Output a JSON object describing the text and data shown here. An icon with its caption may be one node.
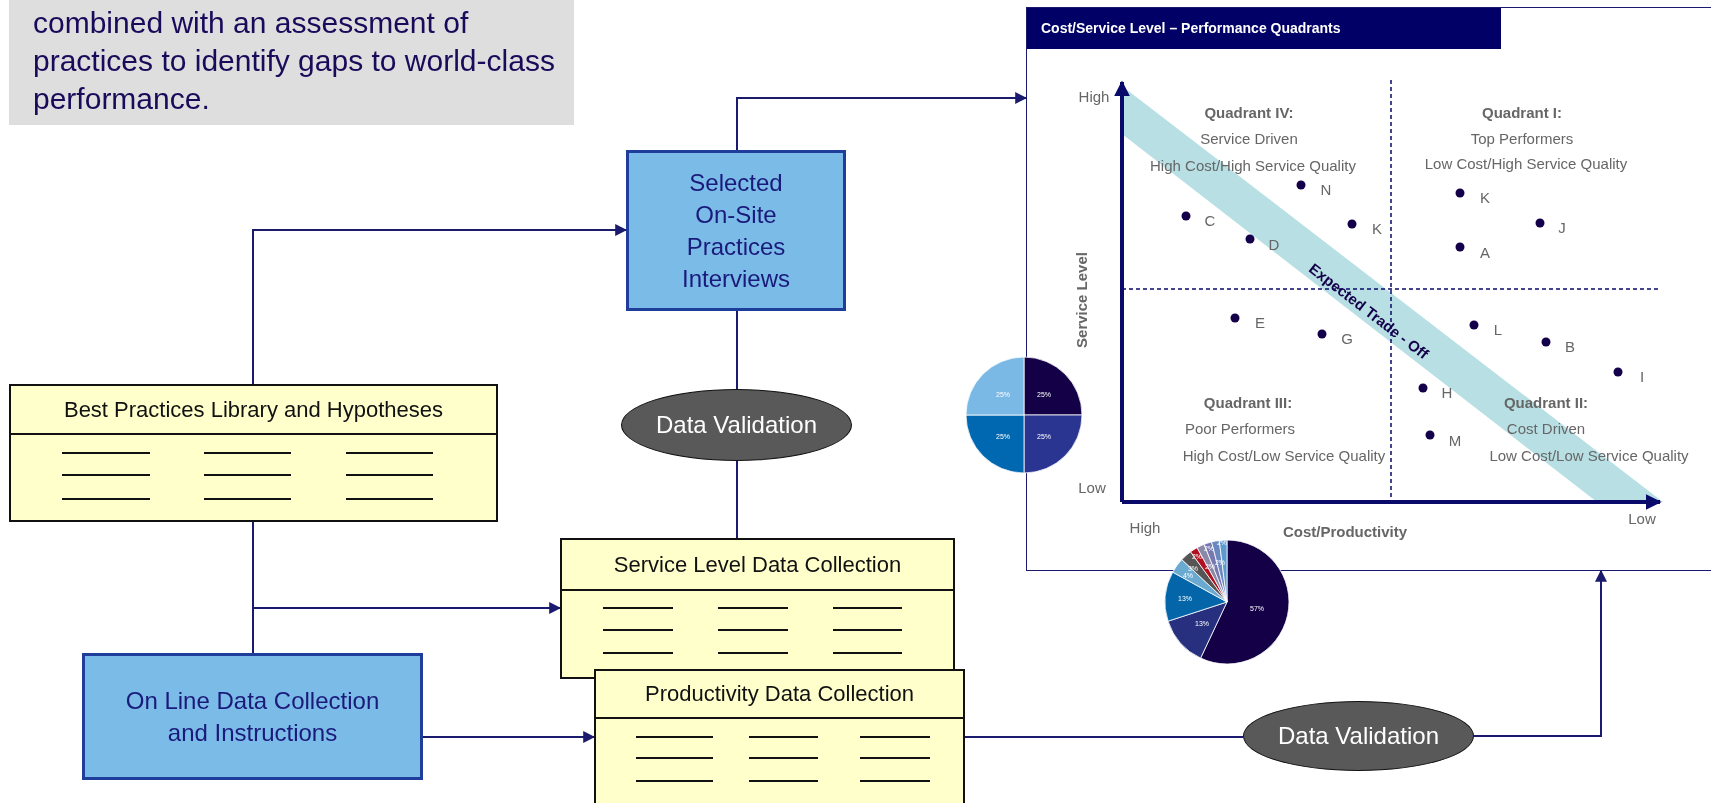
{
  "diagram": {
    "nodes": [
      {
        "text": [
          "combined with an assessment of practices to identify gaps to world-class performance."
        ]
      },
      {
        "text": [
          "Selected On-Site Practices Interviews"
        ]
      },
      {
        "text": [
          "Data Validation"
        ]
      },
      {
        "text": [
          "Best Practices Library and Hypotheses"
        ]
      },
      {
        "text": [
          "Service Level Data Collection"
        ]
      },
      {
        "text": [
          "Productivity Data Collection"
        ]
      },
      {
        "text": [
          "On Line Data Collection and Instructions"
        ]
      },
      {
        "text": [
          "Data Validation"
        ]
      },
      {
        "text": [
          "Cost/Service Level – Performance Quadrants"
        ]
      }
    ],
    "edges": [
      {
        "from": 3,
        "to": 1,
        "arrow": "to"
      },
      {
        "from": 1,
        "to": 8,
        "arrow": "to"
      },
      {
        "from": 1,
        "to": 2,
        "arrow": "none"
      },
      {
        "from": 2,
        "to": 4,
        "arrow": "none"
      },
      {
        "from": 3,
        "to": 4,
        "arrow": "to"
      },
      {
        "from": 3,
        "to": 6,
        "arrow": "none"
      },
      {
        "from": 6,
        "to": 5,
        "arrow": "to"
      },
      {
        "from": 5,
        "to": 7,
        "arrow": "none"
      },
      {
        "from": 7,
        "to": 8,
        "arrow": "to"
      }
    ],
    "labels": [
      "High",
      "Quadrant IV:",
      "Service Driven",
      "High Cost/High Service Quality",
      "Quadrant I:",
      "Top Performers",
      "Low Cost/High Service Quality",
      "N",
      "K",
      "C",
      "K",
      "J",
      "D",
      "A",
      "Service Level",
      "Expected Trade - Off",
      "E",
      "L",
      "G",
      "B",
      "I",
      "H",
      "Quadrant III:",
      "Quadrant II:",
      "Poor Performers",
      "Cost Driven",
      "M",
      "High Cost/Low Service Quality",
      "Low Cost/Low Service Quality",
      "Low",
      "Low",
      "High",
      "Cost/Productivity",
      "25%",
      "25%",
      "25%",
      "25%",
      "57%",
      "13%",
      "13%",
      "4%",
      "3%",
      "2%",
      "2%",
      "2%",
      "2%",
      "2%"
    ]
  }
}
